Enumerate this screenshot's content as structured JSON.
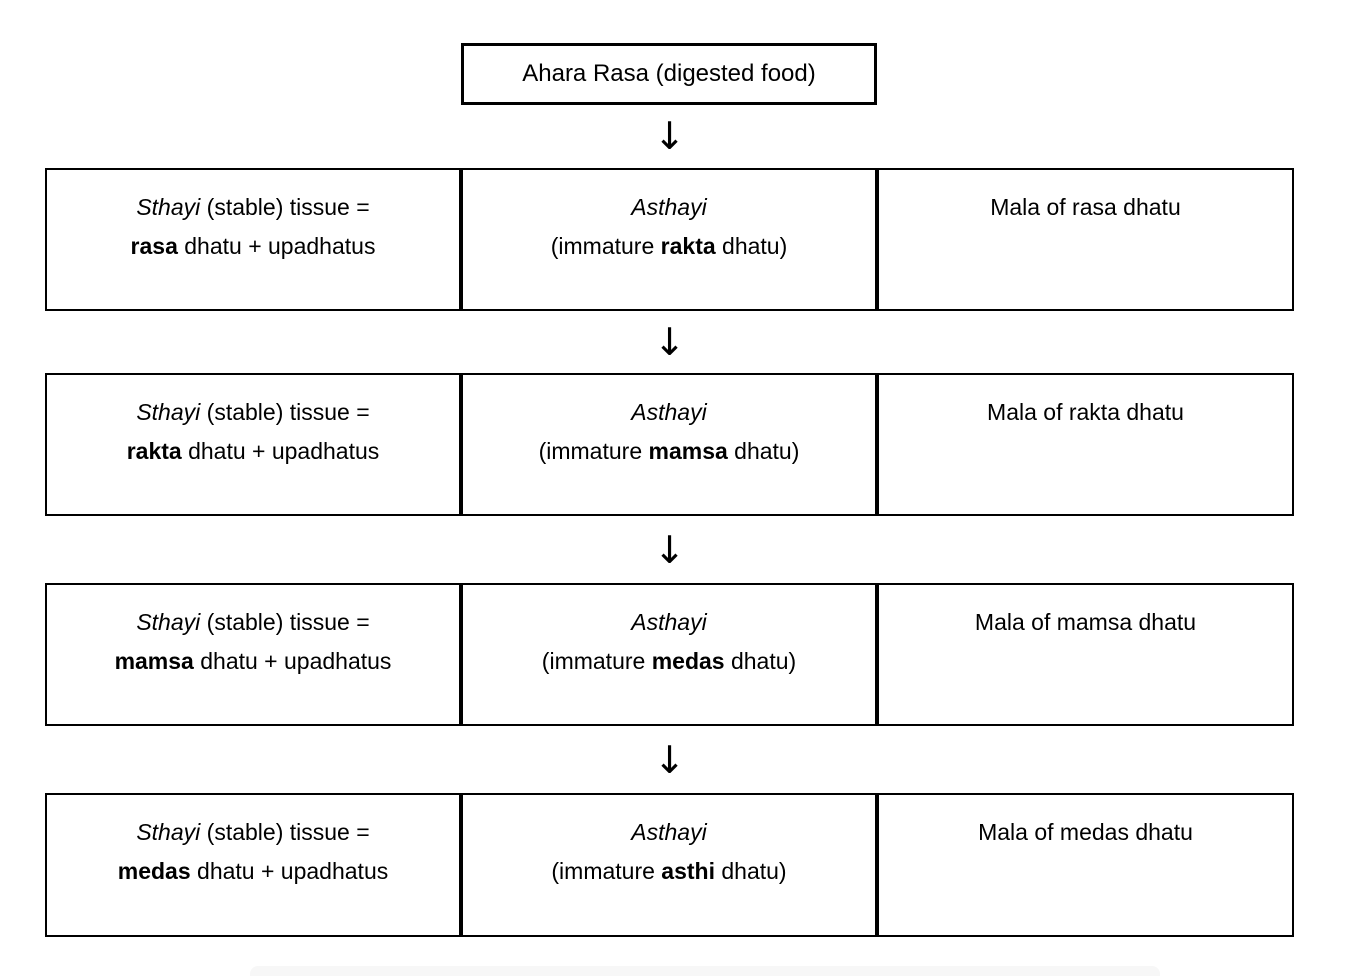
{
  "top_box": {
    "label": "Ahara Rasa (digested food)"
  },
  "arrow_glyph": "↓",
  "rows": [
    {
      "sthayi": {
        "line1_italic": "Sthayi",
        "line1_rest": " (stable) tissue =",
        "line2_bold": "rasa",
        "line2_rest": " dhatu + upadhatus"
      },
      "asthayi": {
        "line1_italic": "Asthayi",
        "line2_prefix": "(immature ",
        "line2_bold": "rakta",
        "line2_suffix": " dhatu)"
      },
      "mala": {
        "label": "Mala of rasa dhatu"
      }
    },
    {
      "sthayi": {
        "line1_italic": "Sthayi",
        "line1_rest": " (stable) tissue =",
        "line2_bold": "rakta",
        "line2_rest": " dhatu + upadhatus"
      },
      "asthayi": {
        "line1_italic": "Asthayi",
        "line2_prefix": "(immature ",
        "line2_bold": "mamsa",
        "line2_suffix": " dhatu)"
      },
      "mala": {
        "label": "Mala of rakta dhatu"
      }
    },
    {
      "sthayi": {
        "line1_italic": "Sthayi",
        "line1_rest": " (stable) tissue =",
        "line2_bold": "mamsa",
        "line2_rest": " dhatu + upadhatus"
      },
      "asthayi": {
        "line1_italic": "Asthayi",
        "line2_prefix": "(immature ",
        "line2_bold": "medas",
        "line2_suffix": " dhatu)"
      },
      "mala": {
        "label": "Mala of mamsa dhatu"
      }
    },
    {
      "sthayi": {
        "line1_italic": "Sthayi",
        "line1_rest": " (stable) tissue =",
        "line2_bold": "medas",
        "line2_rest": " dhatu + upadhatus"
      },
      "asthayi": {
        "line1_italic": "Asthayi",
        "line2_prefix": "(immature ",
        "line2_bold": "asthi",
        "line2_suffix": " dhatu)"
      },
      "mala": {
        "label": "Mala of medas dhatu"
      }
    }
  ],
  "colors": {
    "border": "#000000",
    "background": "#ffffff",
    "text": "#000000",
    "next_hint": "#f7f7f7"
  }
}
